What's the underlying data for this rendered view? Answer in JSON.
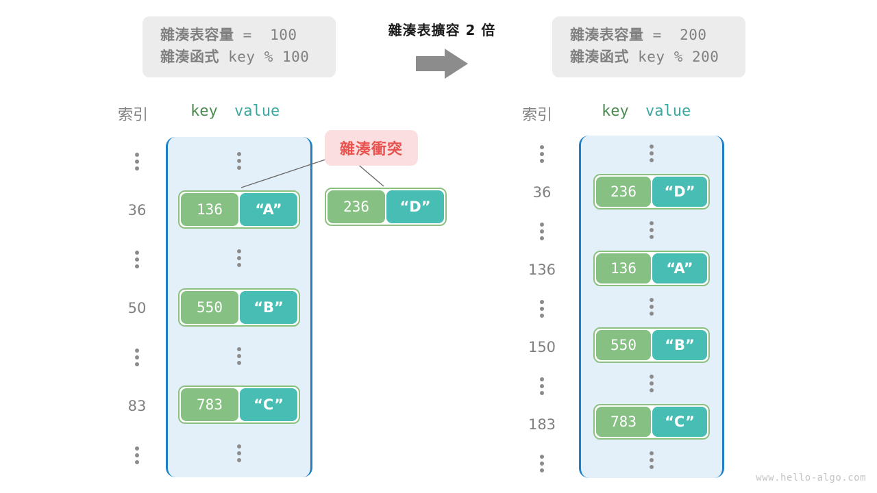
{
  "watermark": "www.hello-algo.com",
  "before": {
    "info": {
      "capacity_label": "雜湊表容量",
      "capacity_value": " =  100",
      "function_label": "雜湊函式",
      "function_value": " key % 100"
    },
    "headers": {
      "index": "索引",
      "key": "key",
      "value": "value"
    },
    "rows": [
      {
        "index": "⋮",
        "type": "ellipsis"
      },
      {
        "index": "36",
        "type": "pair",
        "key": "136",
        "value": "“A”"
      },
      {
        "index": "⋮",
        "type": "ellipsis"
      },
      {
        "index": "50",
        "type": "pair",
        "key": "550",
        "value": "“B”"
      },
      {
        "index": "⋮",
        "type": "ellipsis"
      },
      {
        "index": "83",
        "type": "pair",
        "key": "783",
        "value": "“C”"
      },
      {
        "index": "⋮",
        "type": "ellipsis"
      }
    ]
  },
  "transition": {
    "label": "雜湊表擴容 2 倍",
    "icon": "arrow-right-icon"
  },
  "collision": {
    "badge": "雜湊衝突",
    "item": {
      "key": "236",
      "value": "“D”"
    }
  },
  "after": {
    "info": {
      "capacity_label": "雜湊表容量",
      "capacity_value": " =  200",
      "function_label": "雜湊函式",
      "function_value": " key % 200"
    },
    "headers": {
      "index": "索引",
      "key": "key",
      "value": "value"
    },
    "rows": [
      {
        "index": "⋮",
        "type": "ellipsis"
      },
      {
        "index": "36",
        "type": "pair",
        "key": "236",
        "value": "“D”"
      },
      {
        "index": "⋮",
        "type": "ellipsis"
      },
      {
        "index": "136",
        "type": "pair",
        "key": "136",
        "value": "“A”"
      },
      {
        "index": "⋮",
        "type": "ellipsis"
      },
      {
        "index": "150",
        "type": "pair",
        "key": "550",
        "value": "“B”"
      },
      {
        "index": "⋮",
        "type": "ellipsis"
      },
      {
        "index": "183",
        "type": "pair",
        "key": "783",
        "value": "“C”"
      },
      {
        "index": "⋮",
        "type": "ellipsis"
      }
    ]
  },
  "colors": {
    "panel_bg": "#e3f0fa",
    "panel_border": "#1f7fc4",
    "key_cell": "#86c183",
    "value_cell": "#47bdb4",
    "pair_border": "#8cc07e",
    "badge_bg": "#fbdedf",
    "badge_text": "#e8534f",
    "info_bg": "#ececec",
    "muted_text": "#808080",
    "arrow": "#8c8c8c"
  }
}
